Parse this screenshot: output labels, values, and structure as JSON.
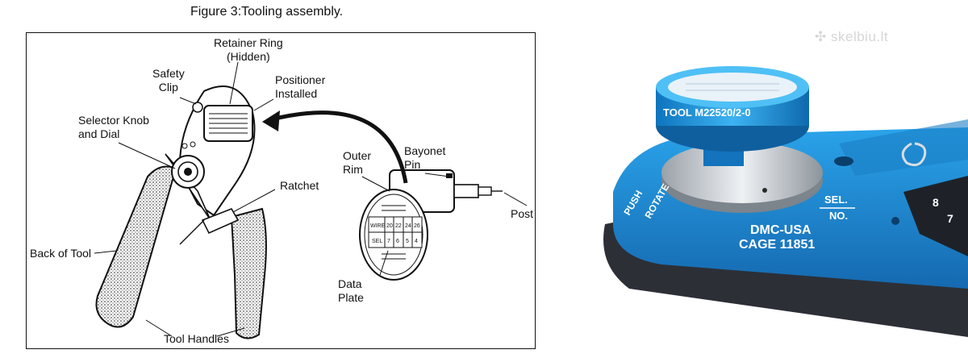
{
  "figure": {
    "caption": "Figure 3:Tooling assembly."
  },
  "callouts": {
    "retainer_ring": "Retainer Ring",
    "retainer_ring_sub": "(Hidden)",
    "safety_clip_1": "Safety",
    "safety_clip_2": "Clip",
    "positioner_1": "Positioner",
    "positioner_2": "Installed",
    "selector_knob_1": "Selector Knob",
    "selector_knob_2": "and Dial",
    "ratchet": "Ratchet",
    "outer_rim_1": "Outer",
    "outer_rim_2": "Rim",
    "bayonet_pin_1": "Bayonet",
    "bayonet_pin_2": "Pin",
    "post": "Post",
    "back_of_tool": "Back of Tool",
    "data_plate_1": "Data",
    "data_plate_2": "Plate",
    "tool_handles": "Tool Handles"
  },
  "data_plate": {
    "row1_label": "WIRE",
    "row1_values": [
      "20",
      "22",
      "24",
      "26"
    ],
    "row2_label": "SEL",
    "row2_values": [
      "7",
      "6",
      "5",
      "4"
    ]
  },
  "photo": {
    "watermark": "skelbiu.lt",
    "dial_text": "TOOL   M22520/2-0",
    "side_text_1": "PUSH",
    "side_text_2": "ROTATE",
    "sel_label": "SEL.",
    "no_label": "NO.",
    "maker_line_1": "DMC-USA",
    "maker_line_2": "CAGE  11851",
    "dial_digit_1": "8",
    "dial_digit_2": "7"
  },
  "colors": {
    "tool_blue": "#1f8fd6",
    "dark_rubber": "#2c2f36",
    "silver": "#c9ced4"
  }
}
